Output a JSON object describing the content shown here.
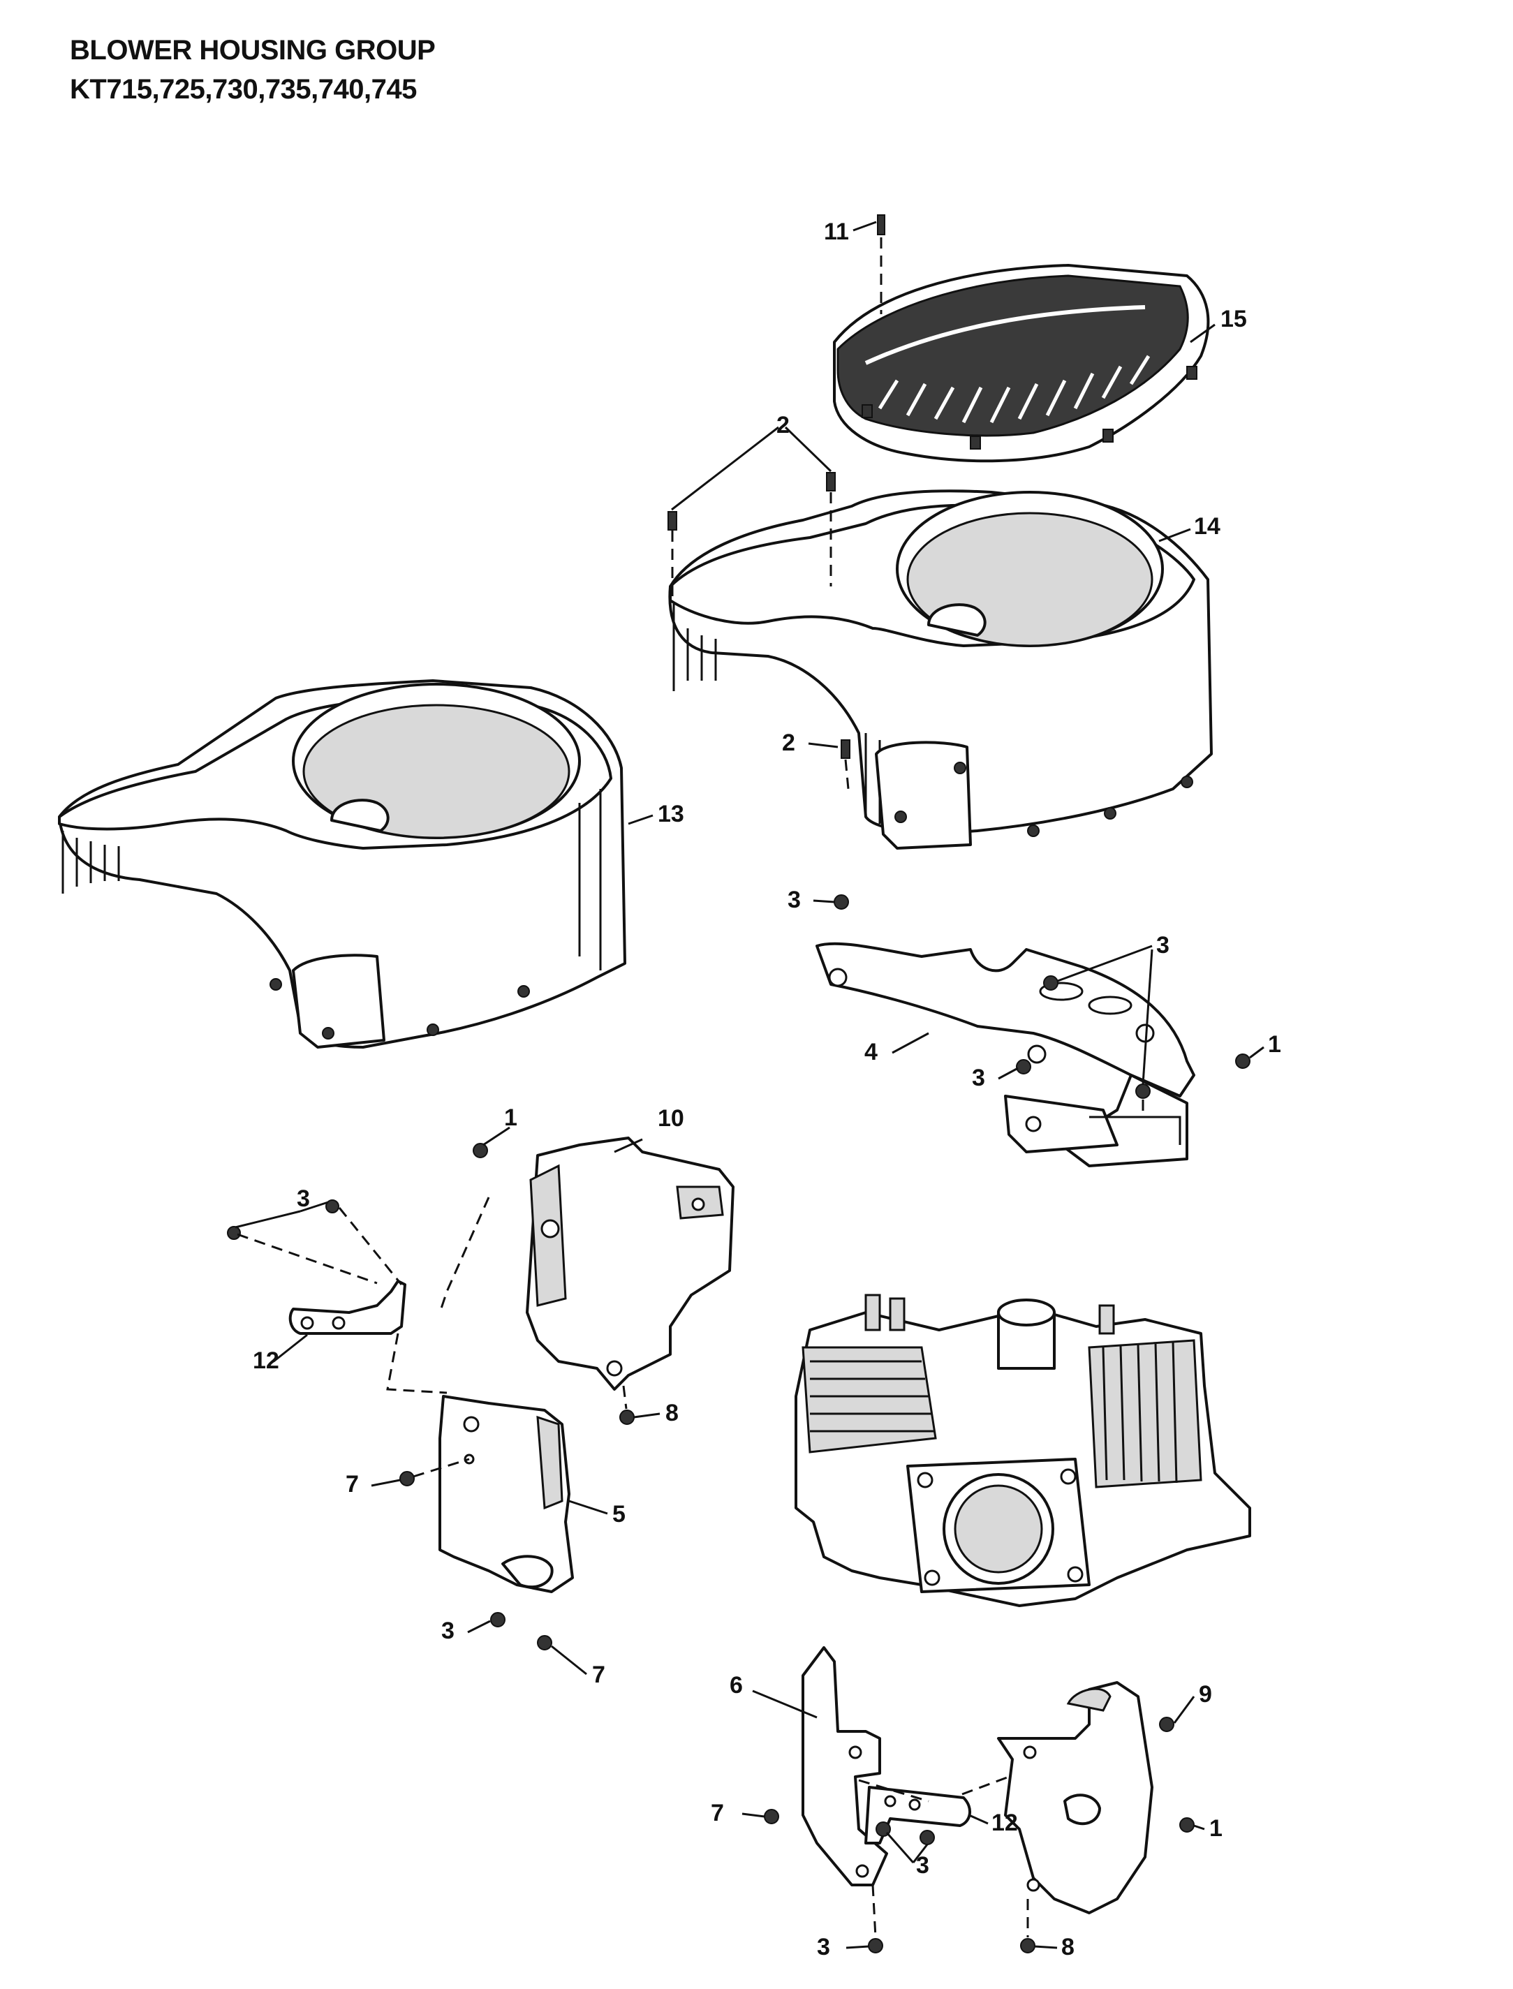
{
  "title": {
    "line1": "BLOWER HOUSING GROUP",
    "line2": "KT715,725,730,735,740,745"
  },
  "callouts": {
    "c11": "11",
    "c15": "15",
    "c2a": "2",
    "c14": "14",
    "c2b": "2",
    "c13": "13",
    "c3a": "3",
    "c3b": "3",
    "c1a": "1",
    "c4": "4",
    "c3c": "3",
    "c1b": "1",
    "c10": "10",
    "c3d": "3",
    "c12a": "12",
    "c8a": "8",
    "c7a": "7",
    "c5": "5",
    "c3e": "3",
    "c7b": "7",
    "c6": "6",
    "c9": "9",
    "c7c": "7",
    "c12b": "12",
    "c1c": "1",
    "c3f": "3",
    "c3g": "3",
    "c8b": "8"
  }
}
